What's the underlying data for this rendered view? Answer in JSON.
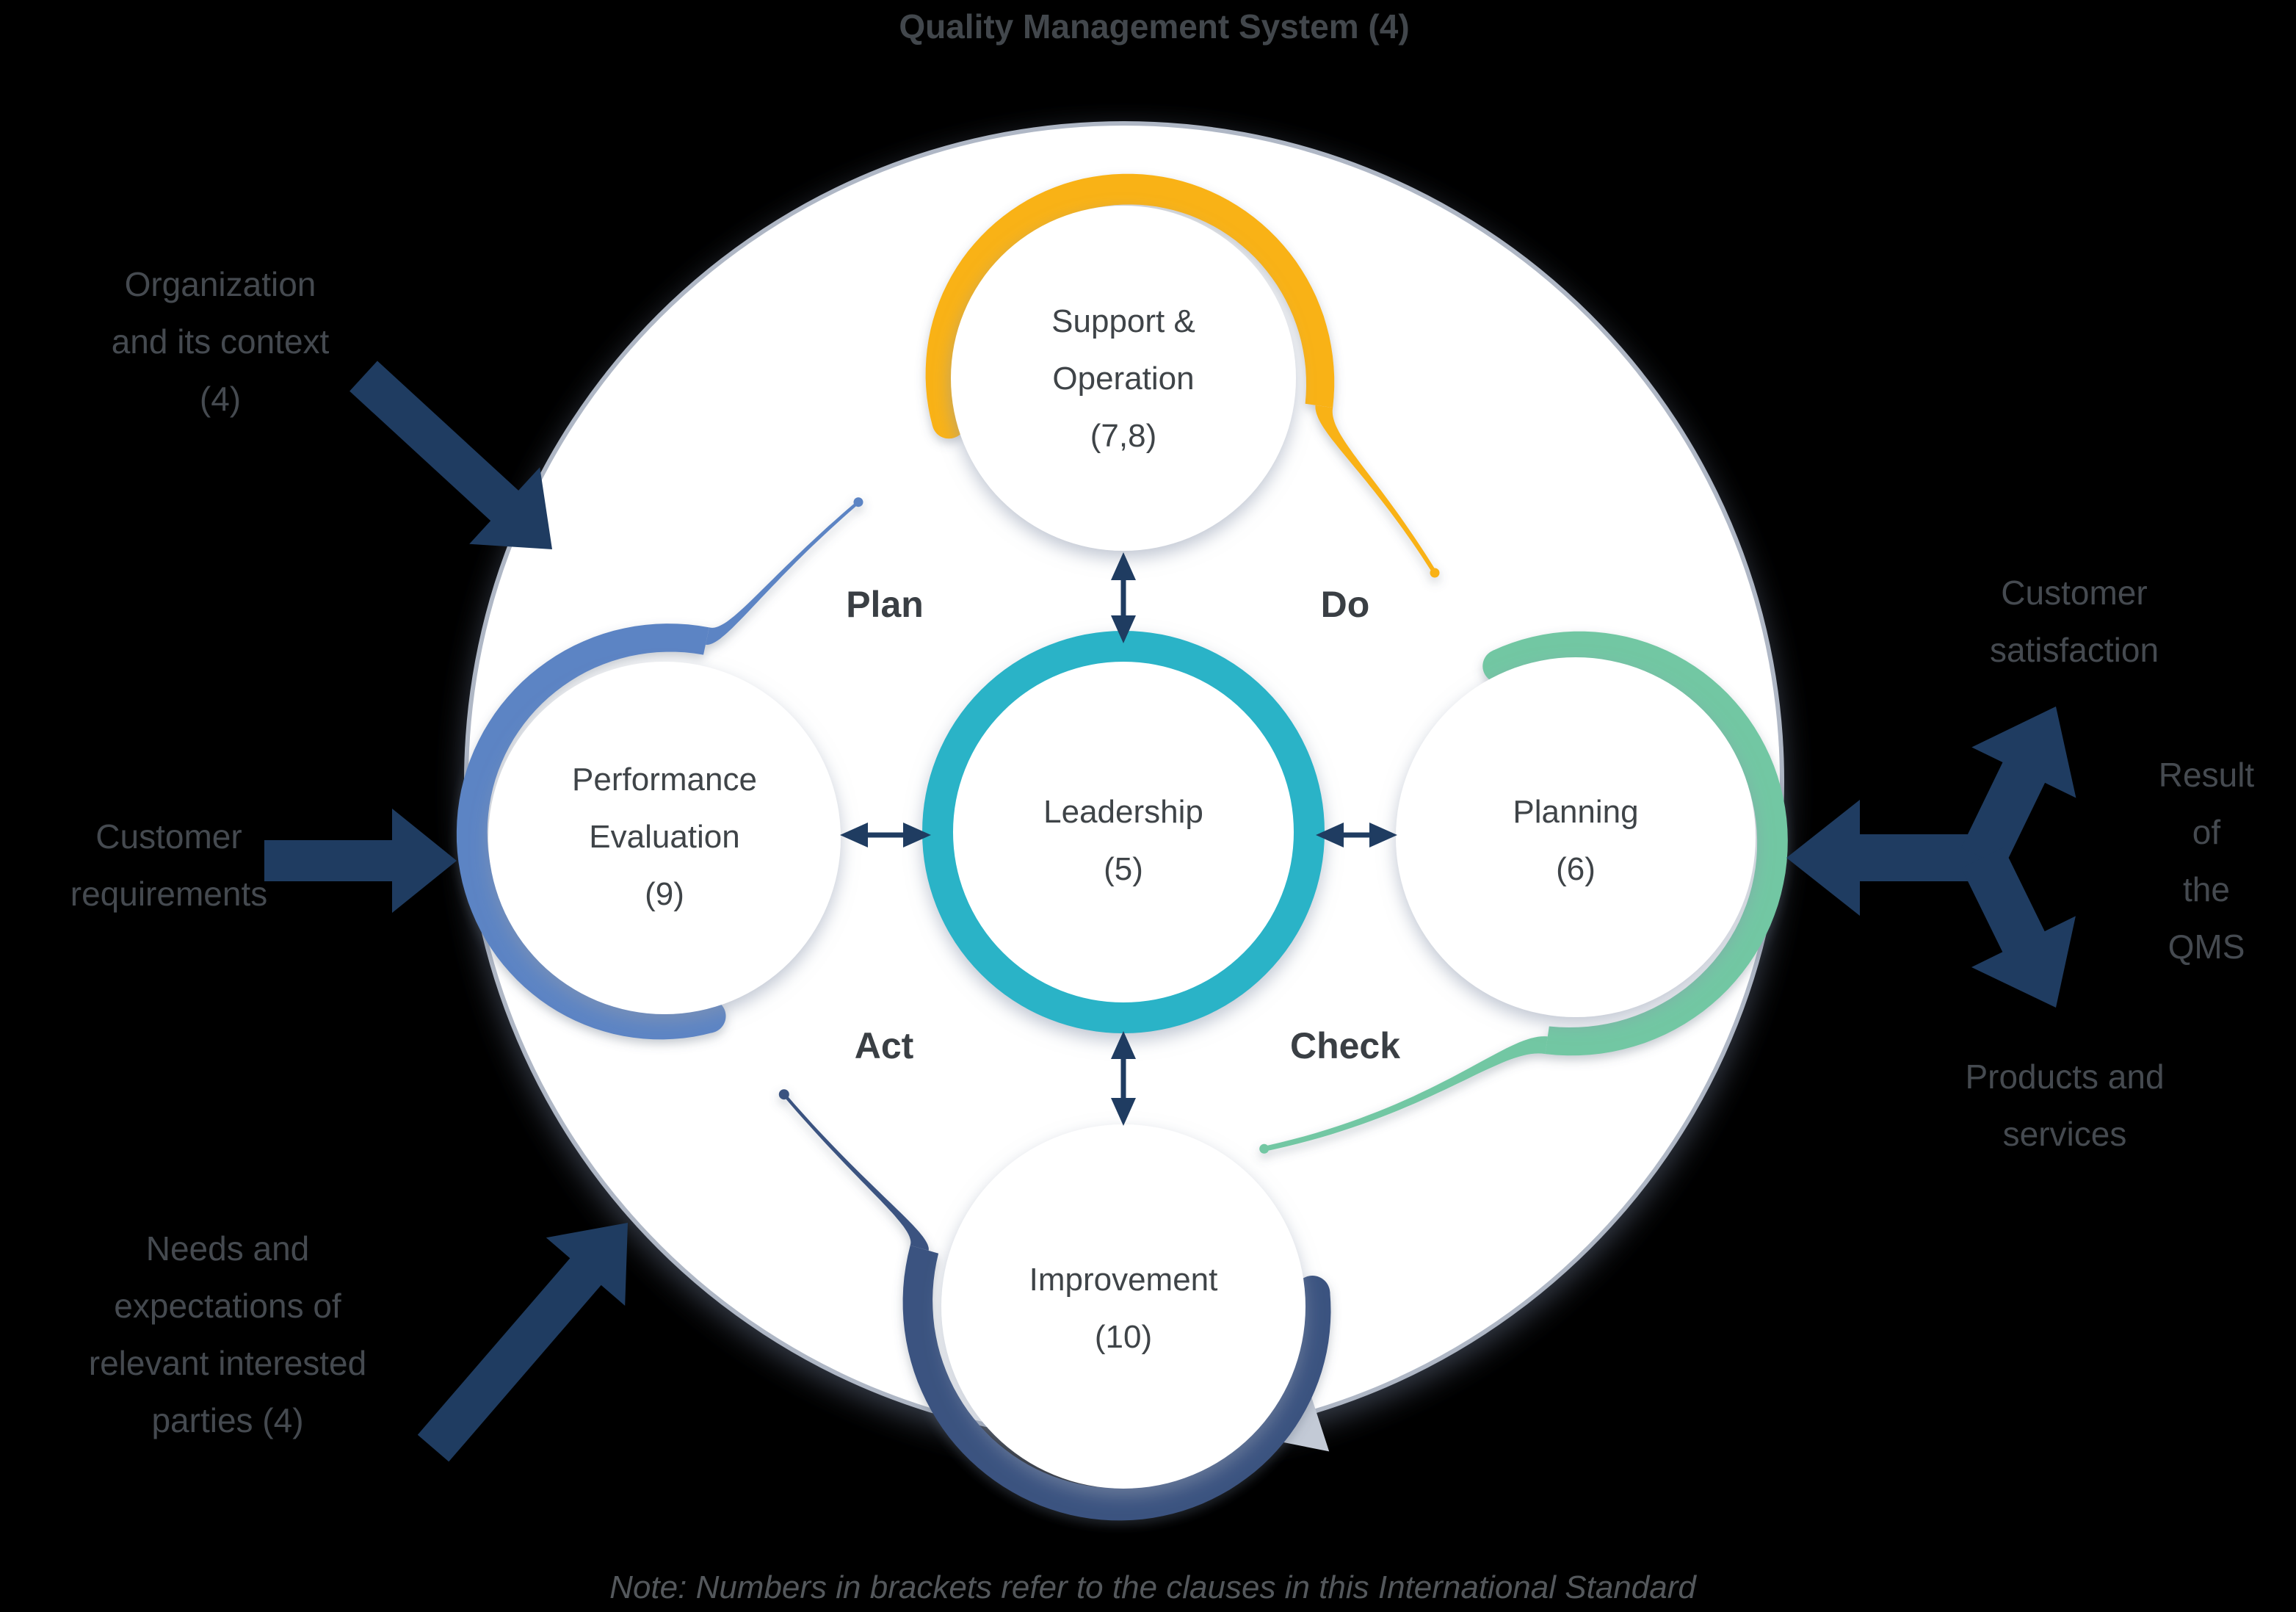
{
  "title": "Quality Management System (4)",
  "note": "Note: Numbers in brackets refer to the clauses in this International Standard",
  "cycle": {
    "plan": "Plan",
    "do": "Do",
    "check": "Check",
    "act": "Act"
  },
  "circles": {
    "support_operation": "Support &\nOperation\n(7,8)",
    "performance_evaluation": "Performance\nEvaluation\n(9)",
    "leadership": "Leadership\n(5)",
    "planning": "Planning\n(6)",
    "improvement": "Improvement\n(10)"
  },
  "inputs": {
    "organization_context": "Organization\nand its context\n(4)",
    "customer_requirements": "Customer\nrequirements",
    "needs_expectations": "Needs and\nexpectations of\nrelevant interested\nparties (4)"
  },
  "outputs": {
    "customer_satisfaction": "Customer\nsatisfaction",
    "result_of_qms": "Result of\nthe QMS",
    "products_services": "Products and\nservices"
  },
  "colors": {
    "background": "#000000",
    "support_arc": "#F9B214",
    "planning_arc": "#72C7A3",
    "performance_arc": "#5C84C4",
    "improvement_arc": "#3B5380",
    "leadership_ring": "#29B3C7",
    "arrow_navy": "#1F3C61",
    "outer_ring_border": "#AFB7C5",
    "outer_ring_arrowhead": "#C3CAD6",
    "title_text": "#42474C",
    "outer_label_text": "#454A50",
    "circle_text": "#3F4448",
    "pdca_text": "#3A3F44",
    "note_text": "#54585C"
  }
}
